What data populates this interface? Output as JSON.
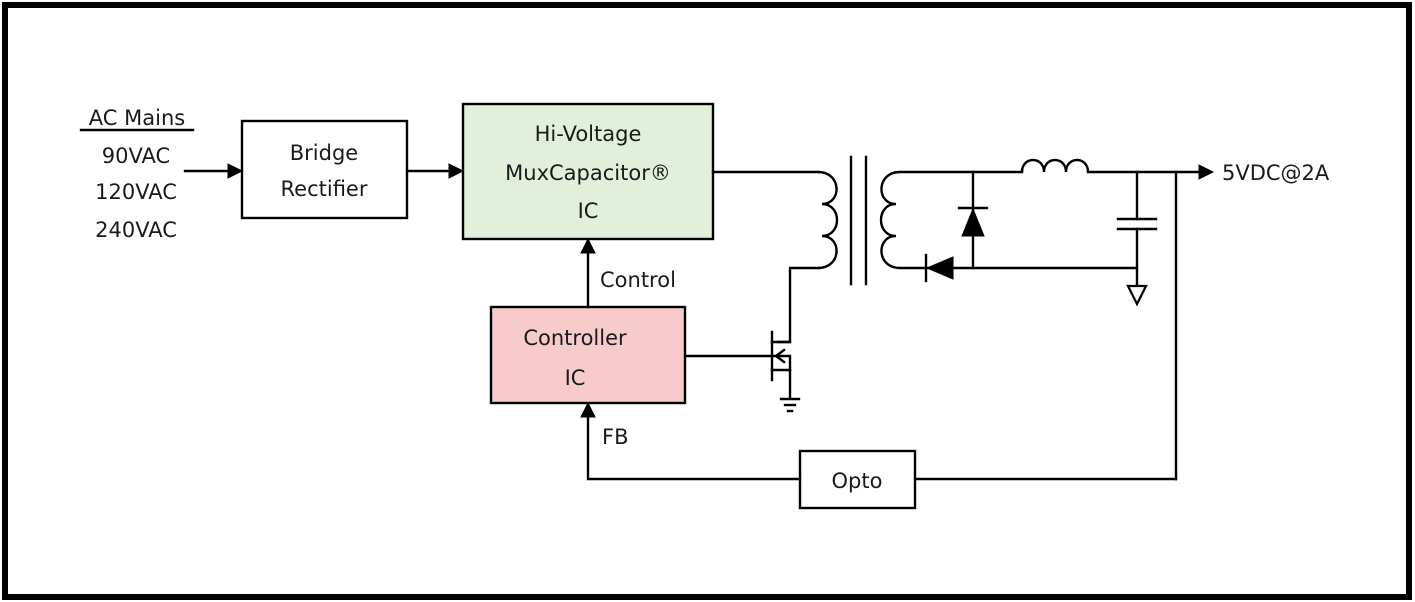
{
  "colors": {
    "line": "#000000",
    "text": "#1a1a1a",
    "background": "#ffffff",
    "muxcap_fill": "#e2efda",
    "controller_fill": "#f8cbcb",
    "plain_fill": "#ffffff"
  },
  "input": {
    "heading": "AC Mains",
    "voltages": [
      "90VAC",
      "120VAC",
      "240VAC"
    ]
  },
  "blocks": {
    "bridge": {
      "lines": [
        "Bridge",
        "Rectifier"
      ]
    },
    "muxcap": {
      "lines": [
        "Hi-Voltage",
        "MuxCapacitor®",
        "IC"
      ]
    },
    "controller": {
      "lines": [
        "Controller",
        "IC"
      ]
    },
    "opto": {
      "lines": [
        "Opto"
      ]
    }
  },
  "signals": {
    "control": "Control",
    "feedback": "FB"
  },
  "output": {
    "label": "5VDC@2A"
  },
  "components": [
    "transformer-primary-winding",
    "transformer-core",
    "transformer-secondary-winding",
    "rectifier-diode",
    "freewheel-diode",
    "output-inductor",
    "output-capacitor",
    "secondary-ground",
    "mosfet-switch",
    "primary-ground"
  ]
}
